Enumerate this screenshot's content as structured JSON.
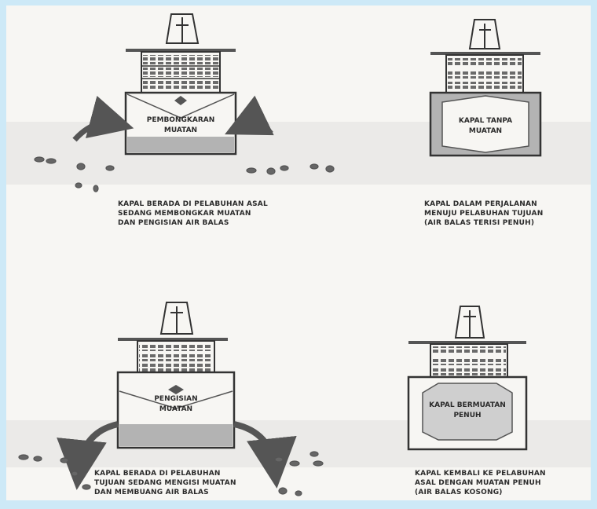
{
  "panels": [
    {
      "cargo_text": [
        "PEMBONGKARAN",
        "MUATAN"
      ],
      "caption": [
        "KAPAL BERADA DI PELABUHAN ASAL",
        "SEDANG MEMBONGKAR MUATAN",
        "DAN PENGISIAN AIR BALAS"
      ]
    },
    {
      "cargo_text": [
        "KAPAL TANPA",
        "MUATAN"
      ],
      "caption": [
        "KAPAL DALAM PERJALANAN",
        "MENUJU PELABUHAN TUJUAN",
        "(AIR BALAS TERISI PENUH)"
      ]
    },
    {
      "cargo_text": [
        "PENGISIAN",
        "MUATAN"
      ],
      "caption": [
        "KAPAL BERADA DI PELABUHAN",
        "TUJUAN SEDANG MENGISI MUATAN",
        "DAN MEMBUANG AIR BALAS"
      ]
    },
    {
      "cargo_text": [
        "KAPAL BERMUATAN",
        "PENUH"
      ],
      "caption": [
        "KAPAL KEMBALI KE PELABUHAN",
        "ASAL DENGAN MUATAN PENUH",
        "(AIR BALAS KOSONG)"
      ]
    }
  ],
  "colors": {
    "border": "#cde9f7",
    "paper": "#f7f6f3",
    "water": "#e9e8e6",
    "ballast": "#b3b3b3",
    "cargo_full": "#cfcfcf",
    "ink": "#2b2b2b"
  }
}
